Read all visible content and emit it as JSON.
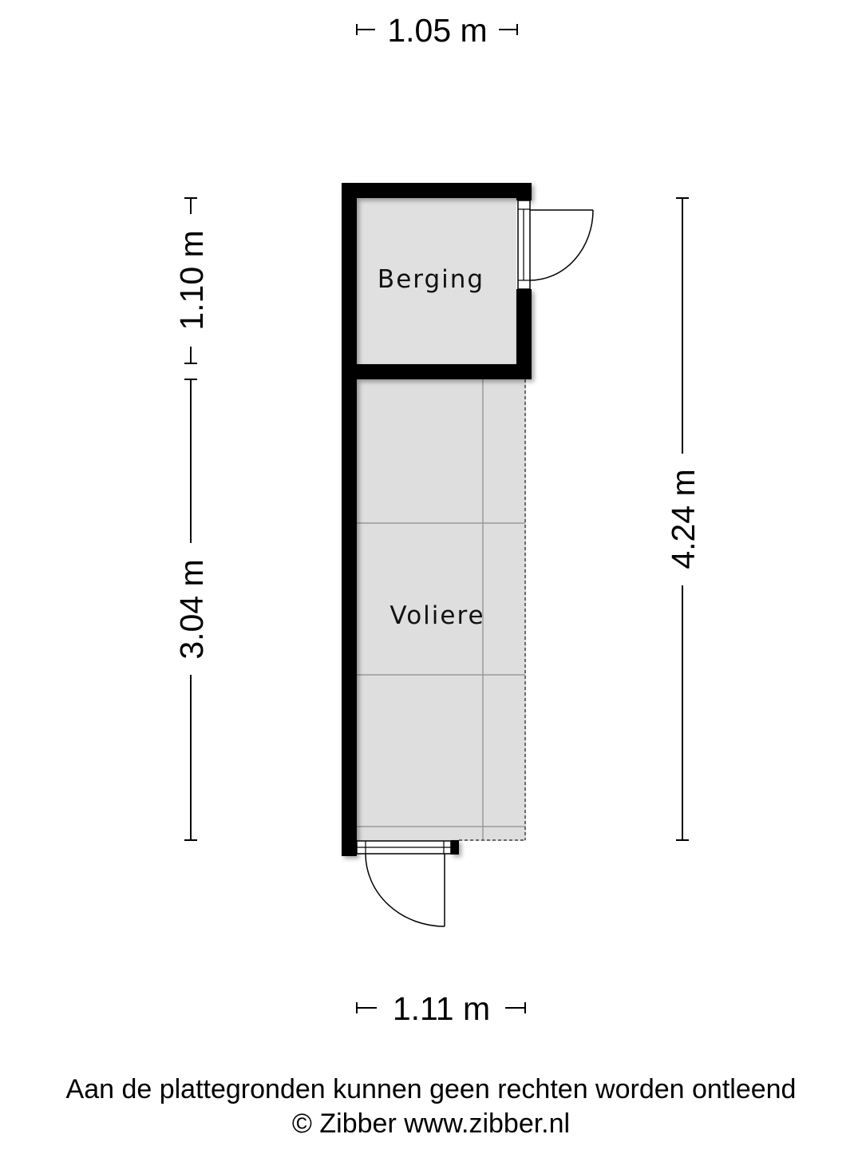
{
  "dimensions": {
    "top_width": "1.05 m",
    "bottom_width": "1.11 m",
    "left_upper_height": "1.10 m",
    "left_lower_height": "3.04 m",
    "right_total_height": "4.24 m"
  },
  "rooms": {
    "berging": "Berging",
    "voliere": "Voliere"
  },
  "footer": {
    "disclaimer": "Aan de plattegronden kunnen geen rechten worden ontleend",
    "copyright": "© Zibber www.zibber.nl"
  },
  "colors": {
    "wall": "#000000",
    "floor": "#e0e0e0",
    "grid_line": "#9a9a9a"
  }
}
